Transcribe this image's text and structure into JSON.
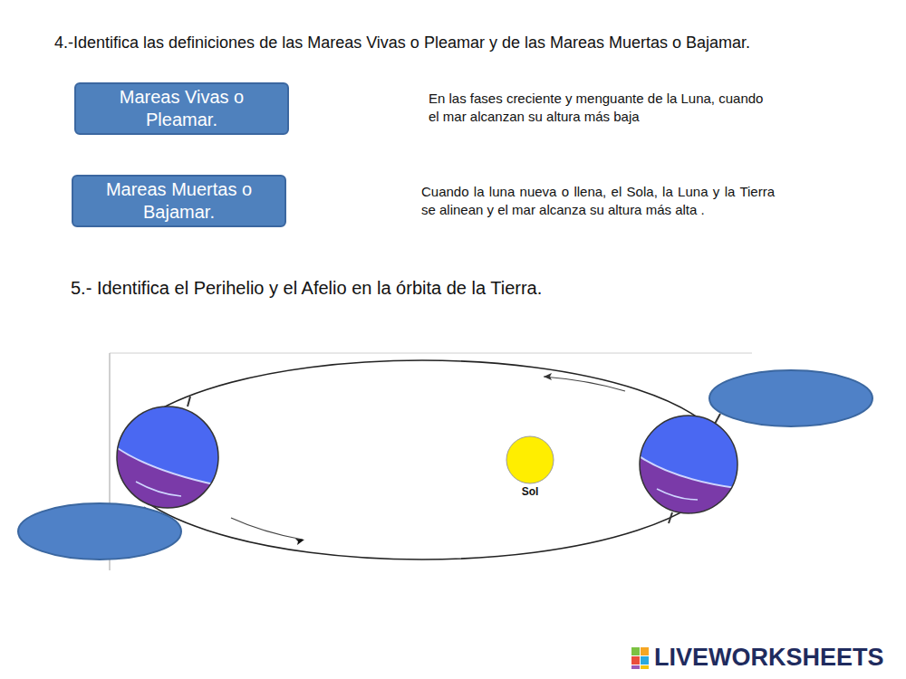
{
  "diagram": {
    "nodes": [
      {
        "text": [
          "Mareas Vivas o Pleamar."
        ]
      },
      {
        "text": [
          "Mareas Muertas o Bajamar."
        ]
      }
    ],
    "labels": [
      "4.-Identifica las definiciones de las Mareas Vivas o Pleamar y de las Mareas Muertas o Bajamar.",
      "En las fases creciente y menguante de la Luna, cuando el mar alcanzan su altura más baja",
      "Cuando la luna nueva o llena, el Sola, la Luna y la Tierra se alinean y el mar alcanza su altura más alta .",
      "5.- Identifica el Perihelio y el Afelio en la órbita de la Tierra.",
      "Sol",
      "LIVEWORKSHEETS"
    ]
  }
}
